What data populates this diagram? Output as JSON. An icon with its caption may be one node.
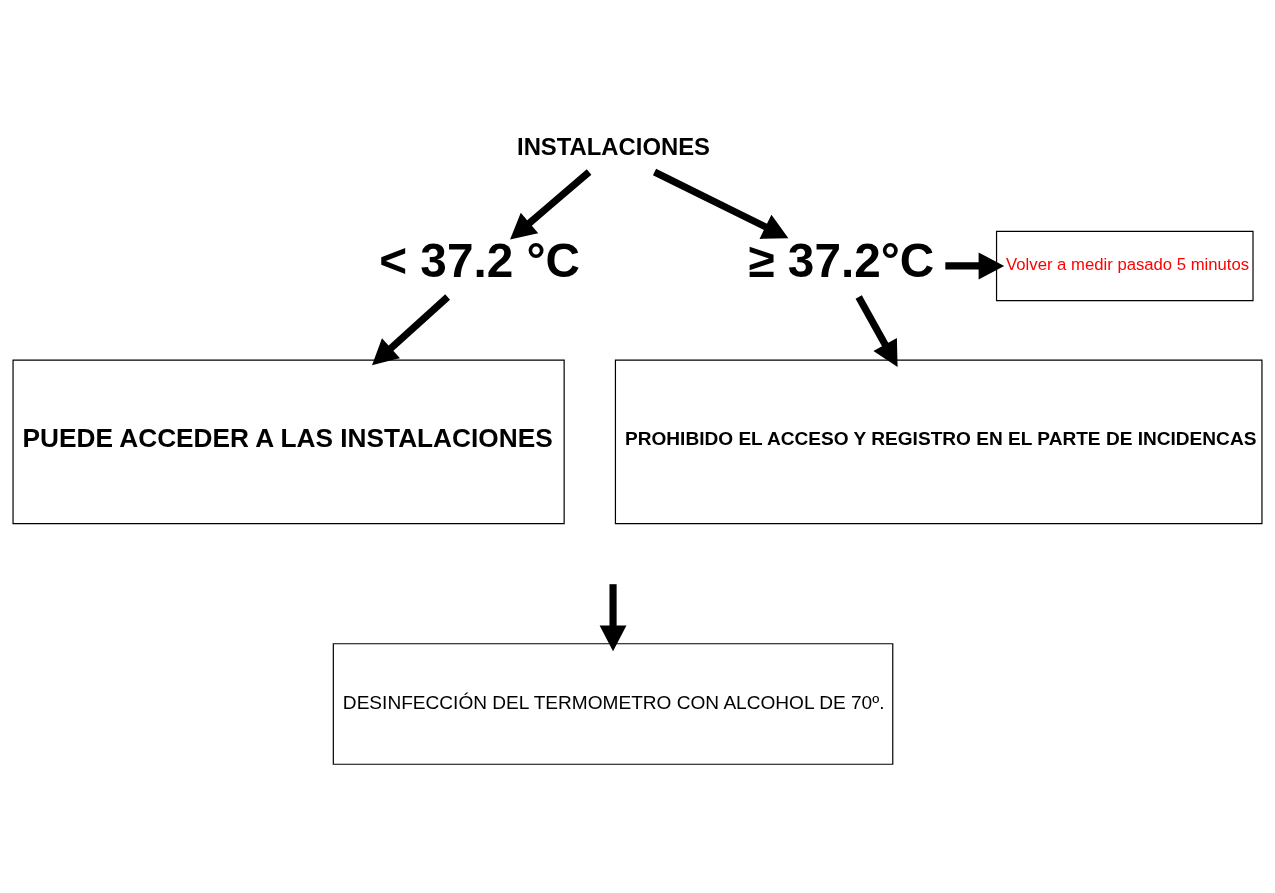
{
  "diagram": {
    "nodes": [
      {
        "text": [
          "INSTALACIONES"
        ]
      },
      {
        "text": [
          "< 37.2 °C"
        ]
      },
      {
        "text": [
          "≥ 37.2°C"
        ]
      },
      {
        "text": [
          "Volver a medir pasado 5 minutos"
        ]
      },
      {
        "text": [
          "PUEDE ACCEDER A LAS INSTALACIONES"
        ]
      },
      {
        "text": [
          "PROHIBIDO EL ACCESO Y REGISTRO EN EL PARTE DE INCIDENCAS"
        ]
      },
      {
        "text": [
          "DESINFECCIÓN DEL TERMOMETRO CON ALCOHOL DE 70º."
        ]
      }
    ],
    "edges": [
      {
        "from": 0,
        "to": 1,
        "arrow": "to"
      },
      {
        "from": 0,
        "to": 2,
        "arrow": "to"
      },
      {
        "from": 2,
        "to": 3,
        "arrow": "to"
      },
      {
        "from": 1,
        "to": 4,
        "arrow": "to"
      },
      {
        "from": 2,
        "to": 5,
        "arrow": "to"
      },
      {
        "from": null,
        "to": 6,
        "arrow": "to"
      }
    ]
  }
}
